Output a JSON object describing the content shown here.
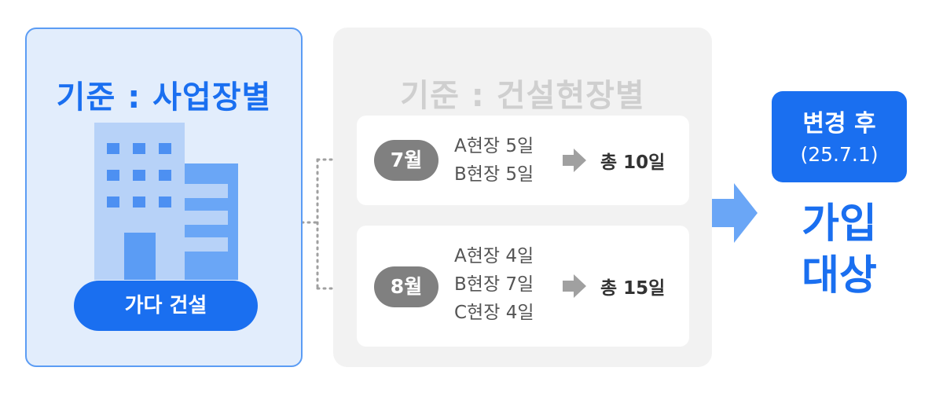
{
  "left_panel": {
    "title": "기준 : 사업장별",
    "company": "가다 건설"
  },
  "right_panel": {
    "title": "기준 : 건설현장별",
    "months": [
      {
        "badge": "7월",
        "sites": [
          "A현장 5일",
          "B현장 5일"
        ],
        "total": "총 10일"
      },
      {
        "badge": "8월",
        "sites": [
          "A현장 4일",
          "B현장 7일",
          "C현장 4일"
        ],
        "total": "총 15일"
      }
    ]
  },
  "change": {
    "label": "변경 후",
    "date": "(25.7.1)"
  },
  "result": {
    "line1": "가입",
    "line2": "대상"
  },
  "colors": {
    "primary_blue": "#1a6ff0",
    "light_blue_bg": "#e2edfc",
    "gray_badge": "#808080",
    "arrow_gray": "#a0a0a0",
    "arrow_blue": "#6aa6f6"
  },
  "icons": {
    "building": "building-icon",
    "small_arrow": "arrow-right-icon",
    "big_arrow": "arrow-right-icon"
  }
}
